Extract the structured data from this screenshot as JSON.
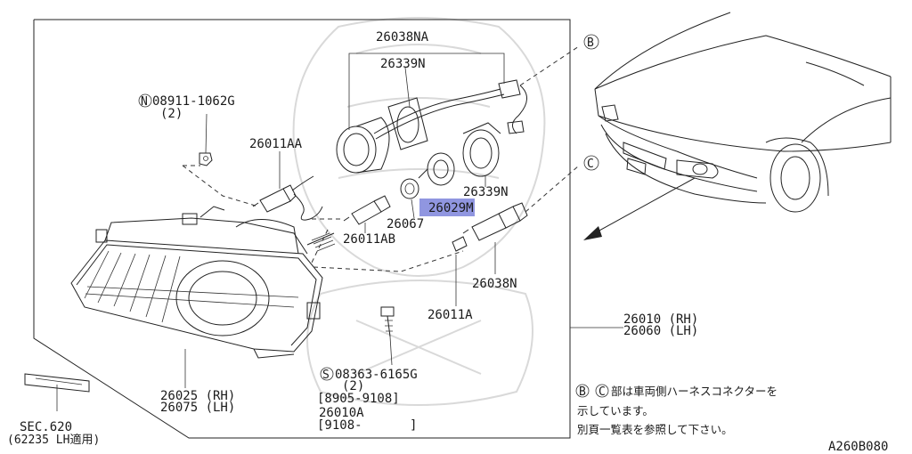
{
  "diagram": {
    "code": "A260B080",
    "labels": {
      "p26038NA": "26038NA",
      "p26339N_top": "26339N",
      "p26339N_bot": "26339N",
      "p08911": "08911-1062G",
      "p08911_qty": "(2)",
      "p26011AA": "26011AA",
      "p26029M": "26029M",
      "p26067": "26067",
      "p26011AB": "26011AB",
      "p26038N": "26038N",
      "p26011A": "26011A",
      "p26010": "26010 (RH)",
      "p26060": "26060 (LH)",
      "p08363": "08363-6165G",
      "p08363_qty": "(2)",
      "p08363_range": "[8905-9108]",
      "p26010A": "26010A",
      "p26010A_range": "[9108-",
      "p26010A_close": "]",
      "p26025": "26025 (RH)",
      "p26075": "26075 (LH)",
      "sec_main": "SEC.620",
      "sec_sub": "(62235 LH適用)"
    },
    "markers": {
      "N": "N",
      "S": "S",
      "B": "B",
      "C": "C"
    },
    "note": {
      "line1_a": "B",
      "line1_b": "C",
      "line1_text": "部は車両側ハーネスコネクターを",
      "line2": "示しています。",
      "line3": "別頁一覧表を参照して下さい。"
    },
    "highlight_part": "26029M",
    "colors": {
      "highlight": "#6b73d6",
      "ink": "#222222"
    }
  }
}
